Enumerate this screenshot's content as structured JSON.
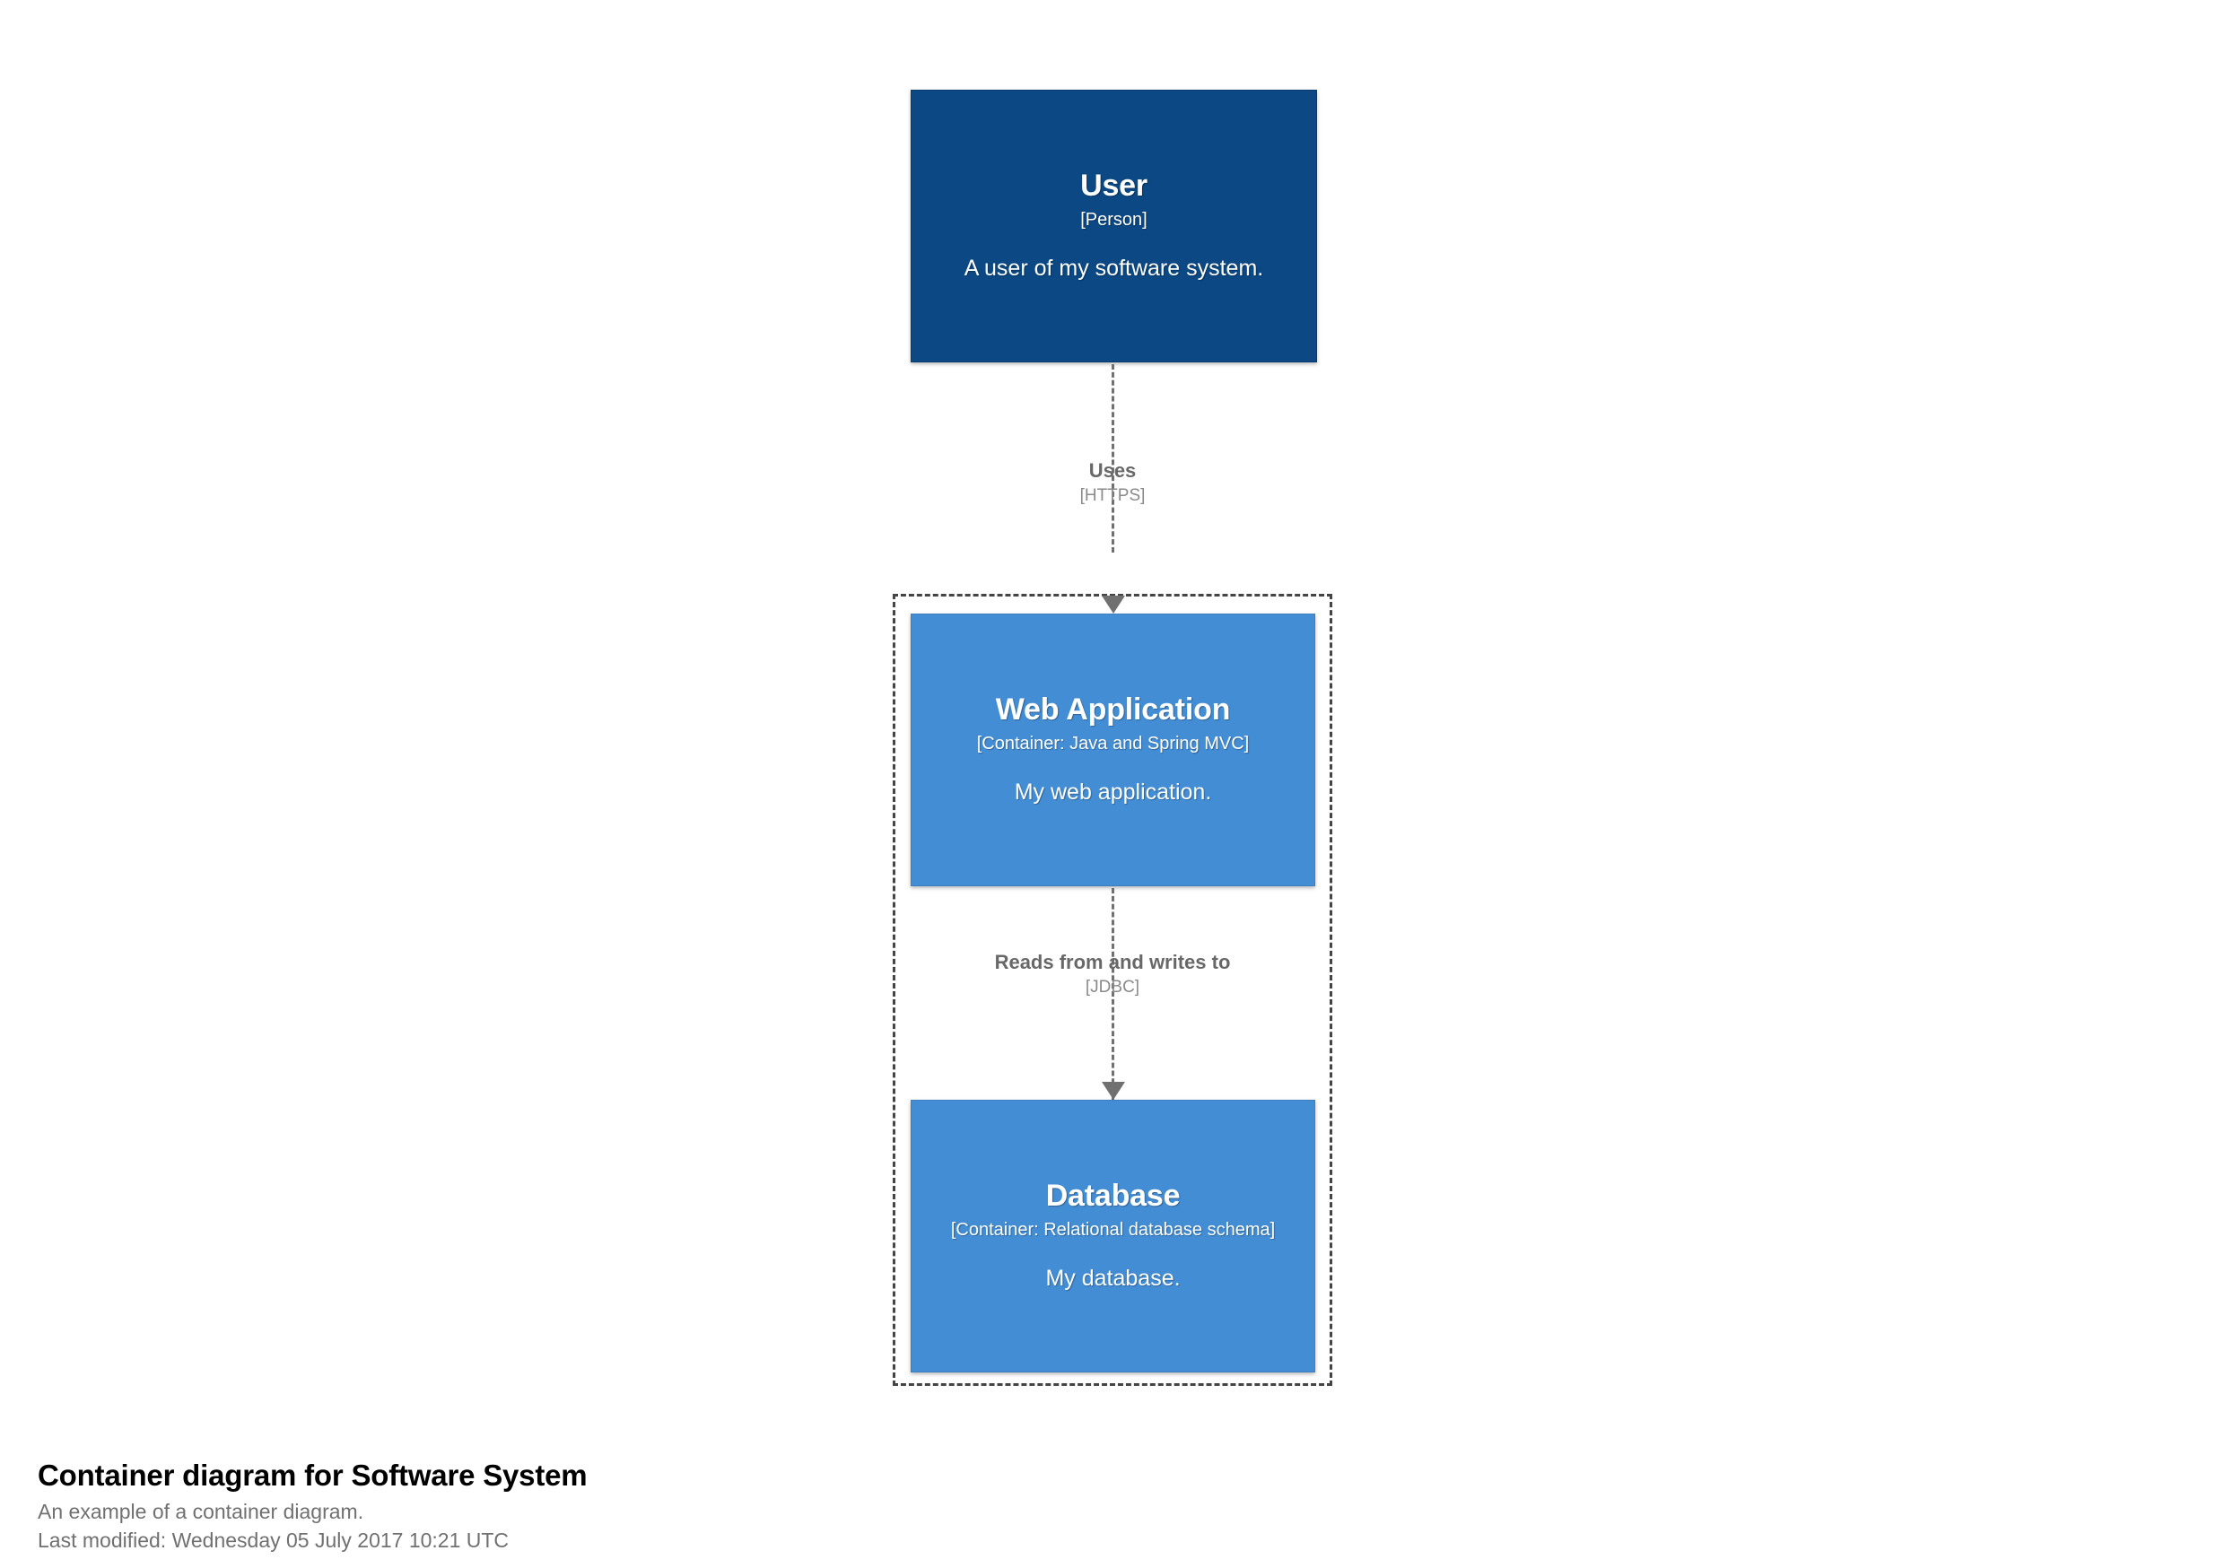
{
  "diagram": {
    "type": "c4-container-diagram",
    "background_color": "#ffffff",
    "boundary": {
      "name": "software-system-boundary",
      "style": "dashed",
      "color": "#444444",
      "label": ""
    },
    "nodes": [
      {
        "id": "user",
        "title": "User",
        "tech": "[Person]",
        "description": "A user of my software system.",
        "color": "#0B4884",
        "text_color": "#ffffff"
      },
      {
        "id": "webapp",
        "title": "Web Application",
        "tech": "[Container: Java and Spring MVC]",
        "description": "My web application.",
        "color": "#438DD5",
        "text_color": "#ffffff"
      },
      {
        "id": "database",
        "title": "Database",
        "tech": "[Container: Relational database schema]",
        "description": "My database.",
        "color": "#438DD5",
        "text_color": "#ffffff"
      }
    ],
    "relationships": [
      {
        "id": "user-to-webapp",
        "source": "user",
        "target": "webapp",
        "description": "Uses",
        "technology": "[HTTPS]",
        "color": "#707070",
        "style": "dashed"
      },
      {
        "id": "webapp-to-database",
        "source": "webapp",
        "target": "database",
        "description": "Reads from and writes to",
        "technology": "[JDBC]",
        "color": "#707070",
        "style": "dashed"
      }
    ]
  },
  "caption": {
    "title": "Container diagram for Software System",
    "subtitle": "An example of a container diagram.",
    "last_modified": "Last modified: Wednesday 05 July 2017 10:21 UTC"
  }
}
